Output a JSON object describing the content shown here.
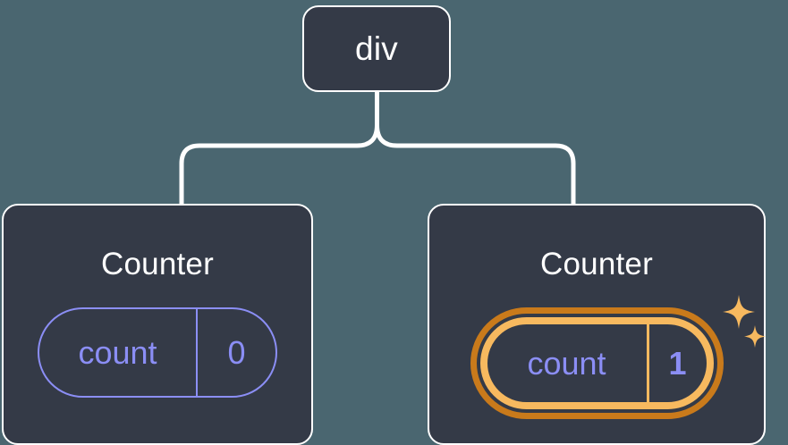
{
  "diagram": {
    "type": "component-tree",
    "background_color": "#4a6670",
    "node_fill_color": "#343a47",
    "node_border_color": "#ffffff",
    "connector_color": "#ffffff",
    "state_color": "#8b8ef5",
    "highlight_outer_color": "#c97a1b",
    "highlight_inner_color": "#f7b95f",
    "sparkle_color": "#f7b95f"
  },
  "root": {
    "label": "div"
  },
  "children": [
    {
      "title": "Counter",
      "state": {
        "key": "count",
        "value": "0"
      },
      "highlighted": false
    },
    {
      "title": "Counter",
      "state": {
        "key": "count",
        "value": "1"
      },
      "highlighted": true,
      "sparkle_icons": [
        "sparkle-large",
        "sparkle-small"
      ]
    }
  ]
}
